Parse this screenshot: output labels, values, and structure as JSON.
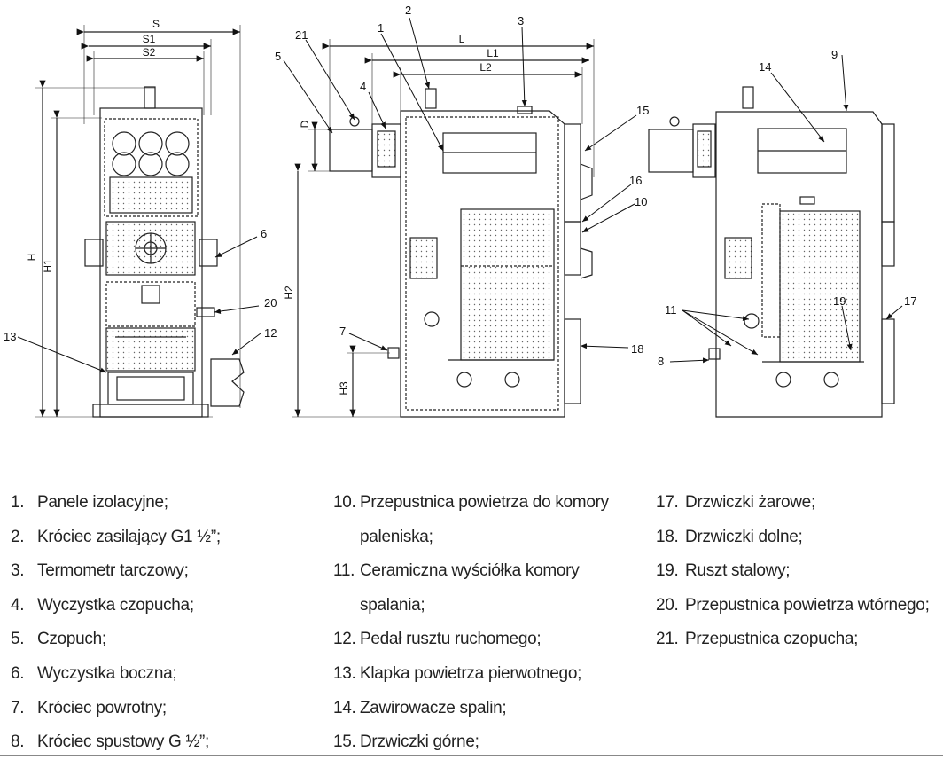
{
  "diagram": {
    "dims": {
      "S": "S",
      "S1": "S1",
      "S2": "S2",
      "H": "H",
      "H1": "H1",
      "H2": "H2",
      "H3": "H3",
      "L": "L",
      "L1": "L1",
      "L2": "L2",
      "D": "D"
    },
    "callouts": [
      "1",
      "2",
      "3",
      "4",
      "5",
      "6",
      "7",
      "8",
      "9",
      "10",
      "11",
      "12",
      "13",
      "14",
      "15",
      "16",
      "17",
      "18",
      "19",
      "20",
      "21"
    ]
  },
  "legend": {
    "col1": [
      {
        "num": "1.",
        "text": "Panele izolacyjne;"
      },
      {
        "num": "2.",
        "text": "Króciec zasilający G1 ½”;"
      },
      {
        "num": "3.",
        "text": "Termometr tarczowy;"
      },
      {
        "num": "4.",
        "text": "Wyczystka czopucha;"
      },
      {
        "num": "5.",
        "text": "Czopuch;"
      },
      {
        "num": "6.",
        "text": "Wyczystka boczna;"
      },
      {
        "num": "7.",
        "text": "Króciec powrotny;"
      },
      {
        "num": "8.",
        "text": "Króciec spustowy G ½”;"
      }
    ],
    "col2": [
      {
        "num": "10.",
        "text": "Przepustnica powietrza do komory\npaleniska;"
      },
      {
        "num": "11.",
        "text": "Ceramiczna wyściółka komory\nspalania;"
      },
      {
        "num": "12.",
        "text": "Pedał rusztu ruchomego;"
      },
      {
        "num": "13.",
        "text": "Klapka powietrza pierwotnego;"
      },
      {
        "num": "14.",
        "text": "Zawirowacze spalin;"
      },
      {
        "num": "15.",
        "text": "Drzwiczki górne;"
      }
    ],
    "col3": [
      {
        "num": "17.",
        "text": "Drzwiczki żarowe;"
      },
      {
        "num": "18.",
        "text": "Drzwiczki dolne;"
      },
      {
        "num": "19.",
        "text": "Ruszt stalowy;"
      },
      {
        "num": "20.",
        "text": "Przepustnica powietrza wtórnego;"
      },
      {
        "num": "21.",
        "text": "Przepustnica czopucha;"
      }
    ]
  }
}
